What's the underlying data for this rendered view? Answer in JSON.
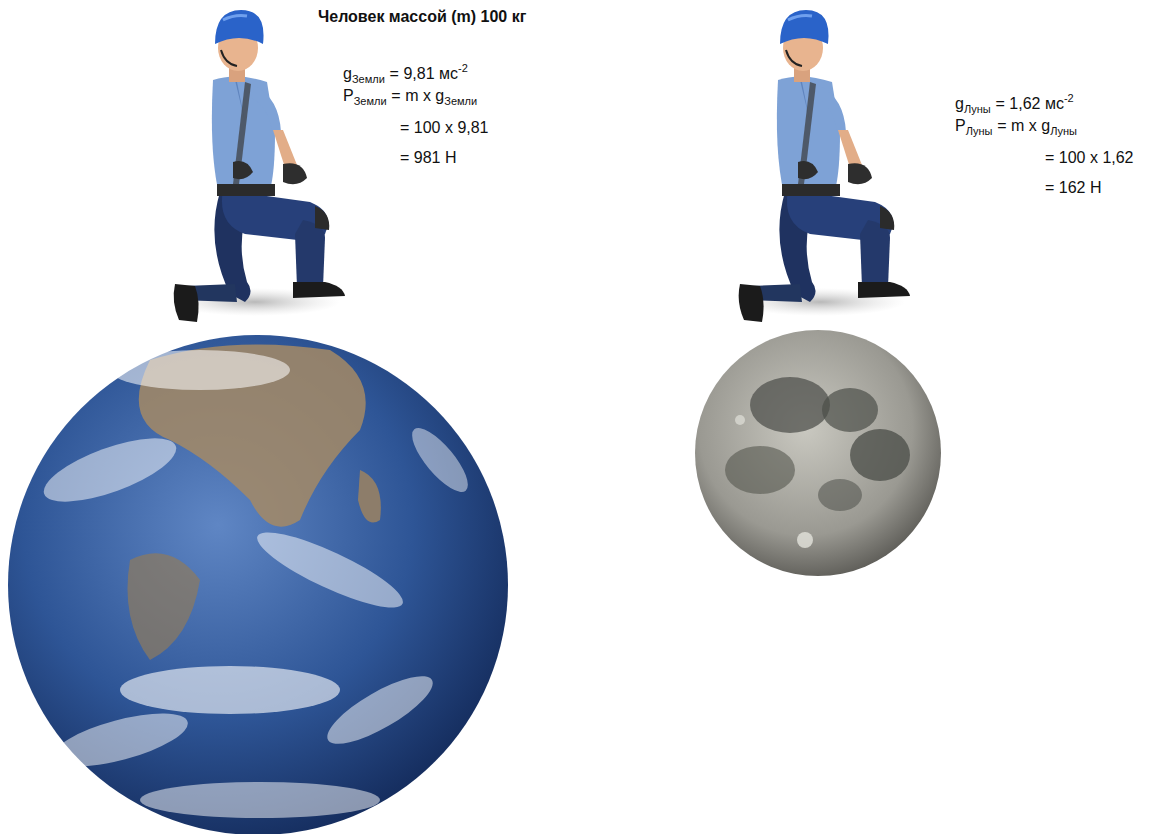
{
  "diagram": {
    "title": "Человек массой (m) 100 кг",
    "labels": [
      "g",
      "Земли",
      "= 9,81 мс",
      "-2",
      "P",
      "Земли",
      "= m x g",
      "Земли",
      "= 100 x 9,81",
      "= 981 Н",
      "g",
      "Луны",
      "= 1,62 мс",
      "-2",
      "P",
      "Луны",
      "= m x g",
      "Луны",
      "= 100 x 1,62",
      "= 162 Н"
    ]
  }
}
